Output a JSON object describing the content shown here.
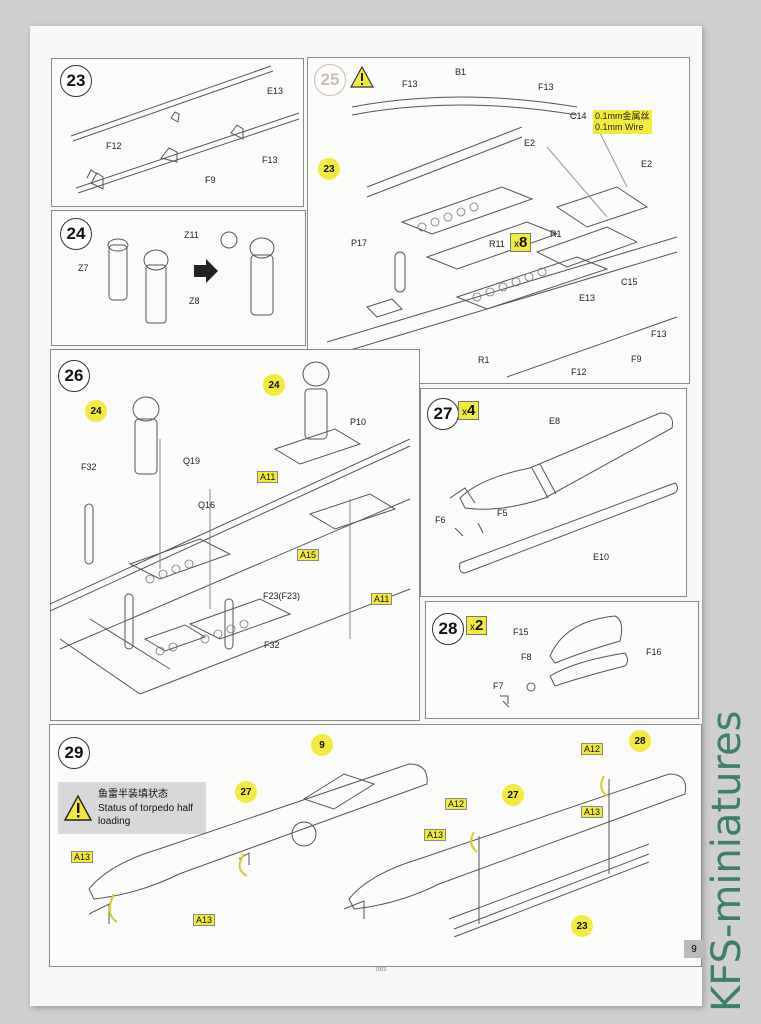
{
  "steps": {
    "s23": {
      "number": "23",
      "labels": {
        "e13": "E13",
        "f12": "F12",
        "f13": "F13",
        "f9": "F9"
      }
    },
    "s24": {
      "number": "24",
      "labels": {
        "z11": "Z11",
        "z7": "Z7",
        "z8": "Z8"
      }
    },
    "s25": {
      "number": "25",
      "labels": {
        "f13a": "F13",
        "b1": "B1",
        "f13b": "F13",
        "c14": "C14",
        "e2a": "E2",
        "e2b": "E2",
        "r11": "R11",
        "r1a": "R1",
        "p17": "P17",
        "c15": "C15",
        "e13": "E13",
        "f13c": "F13",
        "r1b": "R1",
        "f9": "F9",
        "f12": "F12"
      },
      "ref_23": "23",
      "mult_x": "x",
      "mult_n": "8",
      "wire_cn": "0.1mm金属丝",
      "wire_en": "0.1mm Wire"
    },
    "s26": {
      "number": "26",
      "labels": {
        "p10": "P10",
        "q19": "Q19",
        "f32a": "F32",
        "q16": "Q16",
        "a11a": "A11",
        "a15": "A15",
        "f23": "F23(F23)",
        "a11b": "A11",
        "f32b": "F32"
      },
      "ref_24a": "24",
      "ref_24b": "24"
    },
    "s27": {
      "number": "27",
      "mult_x": "x",
      "mult_n": "4",
      "labels": {
        "e8": "E8",
        "f6": "F6",
        "f5": "F5",
        "e10": "E10"
      }
    },
    "s28": {
      "number": "28",
      "mult_x": "x",
      "mult_n": "2",
      "labels": {
        "f15": "F15",
        "f8": "F8",
        "f16": "F16",
        "f7": "F7"
      }
    },
    "s29": {
      "number": "29",
      "warning_cn": "鱼雷半装填状态",
      "warning_en_1": "Status of torpedo half",
      "warning_en_2": "loading",
      "ref_9": "9",
      "ref_27a": "27",
      "ref_27b": "27",
      "ref_28": "28",
      "ref_23": "23",
      "labels": {
        "a13a": "A13",
        "a13b": "A13",
        "a12a": "A12",
        "a13c": "A13",
        "a12b": "A12",
        "a13d": "A13"
      }
    }
  },
  "page_number": "9",
  "footer_code": "1003",
  "watermark": "KFS-miniatures"
}
